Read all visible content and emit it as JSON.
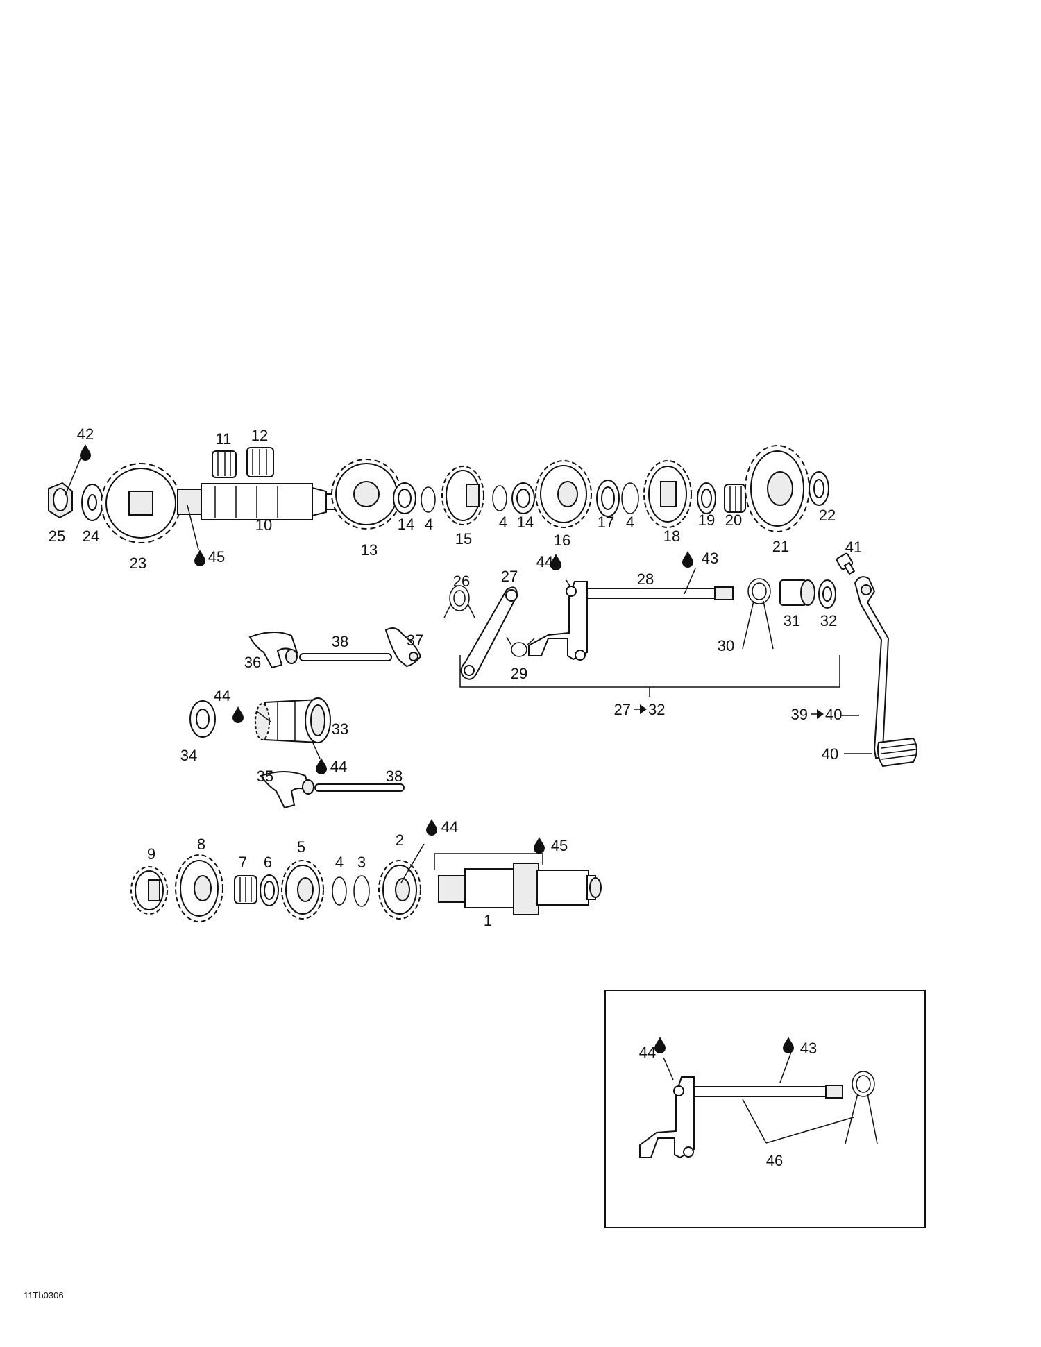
{
  "diagram_code": "11Tb0306",
  "colors": {
    "ink": "#111111",
    "paper": "#ffffff"
  },
  "icons": {
    "lubricant": "oil-drop-icon",
    "arrow": "arrow-right-icon"
  },
  "labels": {
    "p1": "1",
    "p2": "2",
    "p3": "3",
    "p4a": "4",
    "p4b": "4",
    "p4c": "4",
    "p4d": "4",
    "p5": "5",
    "p6": "6",
    "p7": "7",
    "p8": "8",
    "p9": "9",
    "p10": "10",
    "p11": "11",
    "p12": "12",
    "p13": "13",
    "p14a": "14",
    "p14b": "14",
    "p15": "15",
    "p16": "16",
    "p17": "17",
    "p18": "18",
    "p19": "19",
    "p20": "20",
    "p21": "21",
    "p22": "22",
    "p23": "23",
    "p24": "24",
    "p25": "25",
    "p26": "26",
    "p27": "27",
    "p28": "28",
    "p29": "29",
    "p30": "30",
    "p31": "31",
    "p32": "32",
    "p33": "33",
    "p34": "34",
    "p35": "35",
    "p36": "36",
    "p37": "37",
    "p38a": "38",
    "p38b": "38",
    "p40": "40",
    "p41": "41",
    "p42": "42",
    "p43a": "43",
    "p43b": "43",
    "p44a": "44",
    "p44b": "44",
    "p44c": "44",
    "p44d": "44",
    "p44e": "44",
    "p45a": "45",
    "p45b": "45",
    "p46": "46"
  },
  "groups": {
    "shift_assembly": {
      "from": "27",
      "to": "32"
    },
    "pedal_assembly": {
      "from": "39",
      "to": "40"
    }
  }
}
